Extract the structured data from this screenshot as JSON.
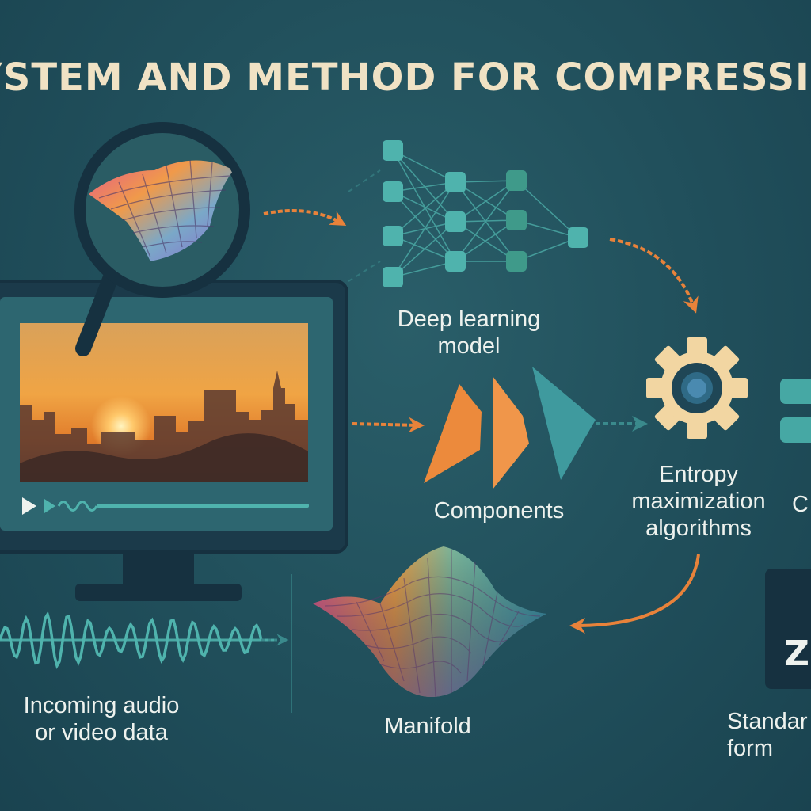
{
  "title": "YSTEM AND METHOD FOR COMPRESSION",
  "labels": {
    "deep_learning": "Deep learning\nmodel",
    "components": "Components",
    "entropy": "Entropy\nmaximization\nalgorithms",
    "incoming": "Incoming audio\nor video data",
    "manifold": "Manifold",
    "standard": "Standar\nform",
    "cut_c": "C",
    "zip_letter": "Z"
  },
  "colors": {
    "background": "#21505c",
    "title": "#f0e2c4",
    "arrow": "#e8823a",
    "teal": "#4fb3ad",
    "gear": "#f2d6a2",
    "orange": "#ec8a3c"
  },
  "icons": [
    "magnifier-icon",
    "monitor-icon",
    "neural-network-icon",
    "gear-icon",
    "waveform-icon",
    "manifold-icon",
    "play-icon"
  ]
}
